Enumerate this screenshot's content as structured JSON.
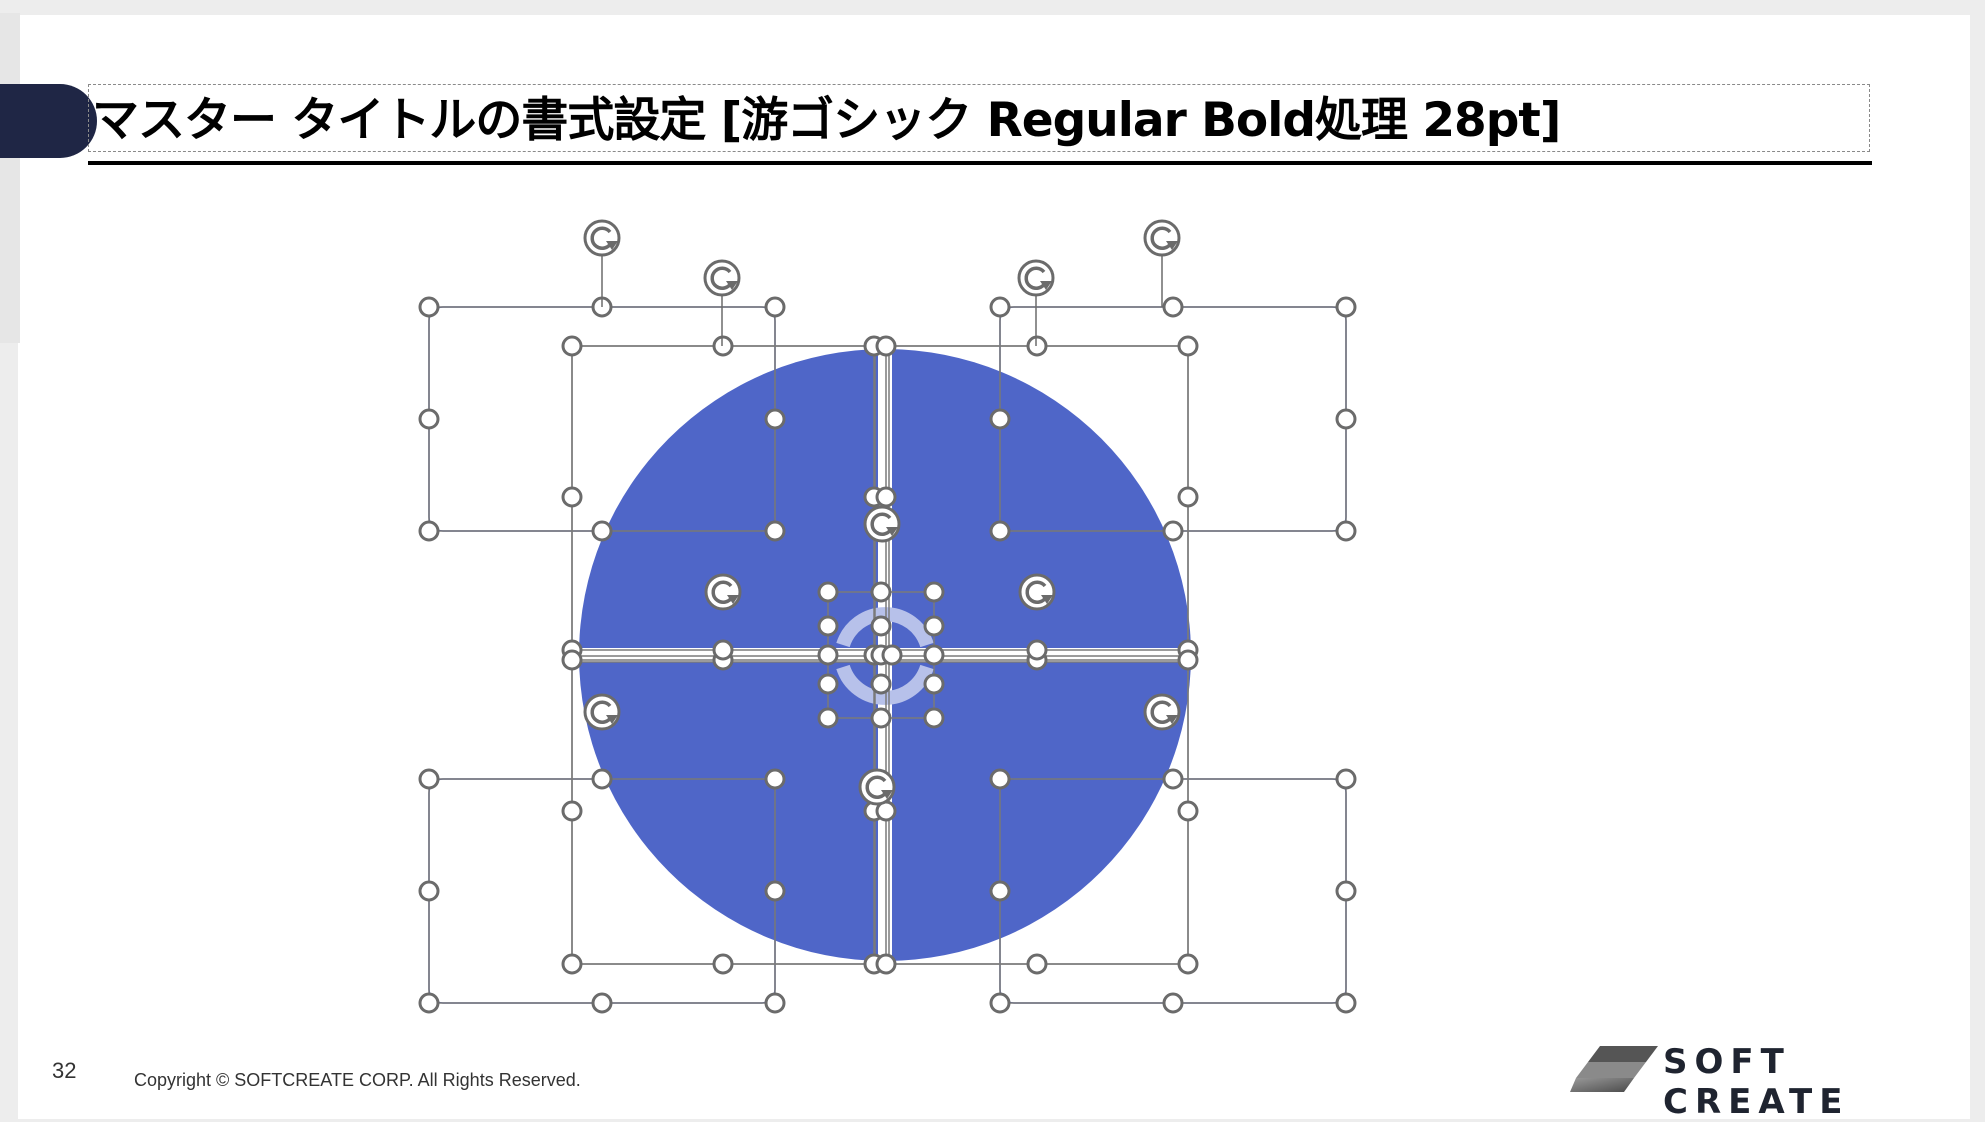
{
  "slide": {
    "title": "マスター タイトルの書式設定 [游ゴシック Regular Bold処理 28pt]",
    "page_number": "32",
    "copyright": "Copyright © SOFTCREATE CORP. All Rights Reserved.",
    "logo_text": "SOFT CREATE"
  },
  "colors": {
    "title_pill": "#1f2645",
    "circle_fill": "#4f66c8",
    "selection_handle": "#6b6b6b"
  },
  "icons": [
    "rotate-handle-icon",
    "resize-handle-icon",
    "softcreate-logo-icon"
  ]
}
